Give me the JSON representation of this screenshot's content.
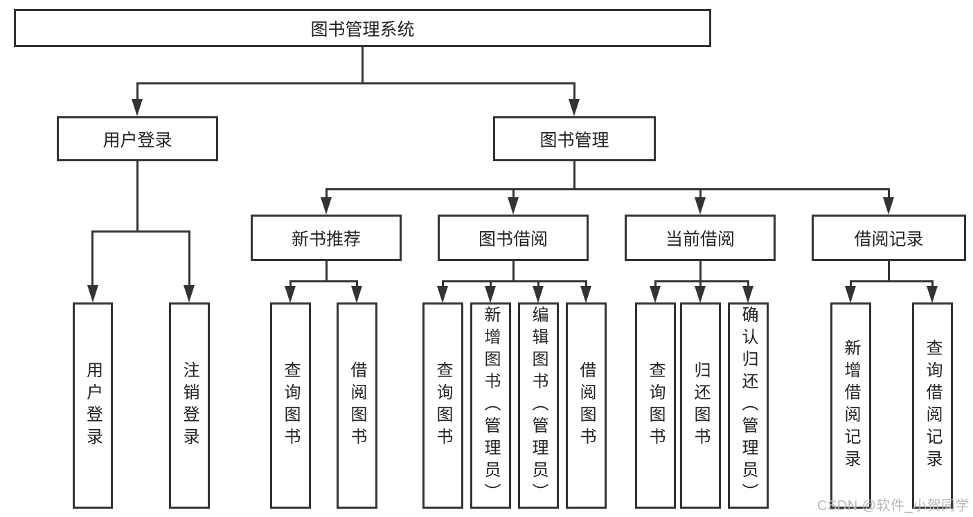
{
  "diagram": {
    "root": {
      "label": "图书管理系统"
    },
    "login": {
      "label": "用户登录",
      "children": [
        {
          "label": "用户登录"
        },
        {
          "label": "注销登录"
        }
      ]
    },
    "management": {
      "label": "图书管理",
      "groups": [
        {
          "label": "新书推荐",
          "children": [
            {
              "label": "查询图书"
            },
            {
              "label": "借阅图书"
            }
          ]
        },
        {
          "label": "图书借阅",
          "children": [
            {
              "label": "查询图书"
            },
            {
              "label": "新增图书（管理员）"
            },
            {
              "label": "编辑图书（管理员）"
            },
            {
              "label": "借阅图书"
            }
          ]
        },
        {
          "label": "当前借阅",
          "children": [
            {
              "label": "查询图书"
            },
            {
              "label": "归还图书"
            },
            {
              "label": "确认归还（管理员）"
            }
          ]
        },
        {
          "label": "借阅记录",
          "children": [
            {
              "label": "新增借阅记录"
            },
            {
              "label": "查询借阅记录"
            }
          ]
        }
      ]
    }
  },
  "watermark": {
    "text": "CSDN @软件_小贺同学",
    "color": "#b9b9b9"
  },
  "colors": {
    "line": "#333333",
    "text": "#222222",
    "background": "#ffffff"
  }
}
